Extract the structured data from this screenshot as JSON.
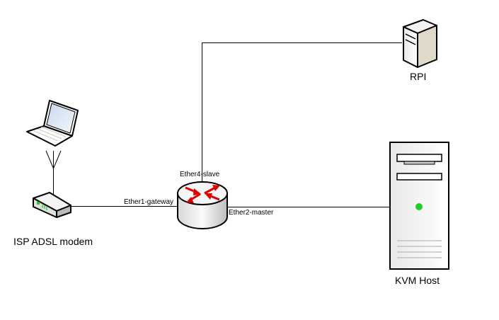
{
  "nodes": {
    "modem": {
      "label": "ISP ADSL modem"
    },
    "rpi": {
      "label": "RPI"
    },
    "kvm": {
      "label": "KVM Host"
    }
  },
  "ports": {
    "ether1": "Ether1-gateway",
    "ether2": "Ether2-master",
    "ether4": "Ether4-slave"
  },
  "colors": {
    "arrow": "#e00000",
    "led": "#22cc22"
  }
}
